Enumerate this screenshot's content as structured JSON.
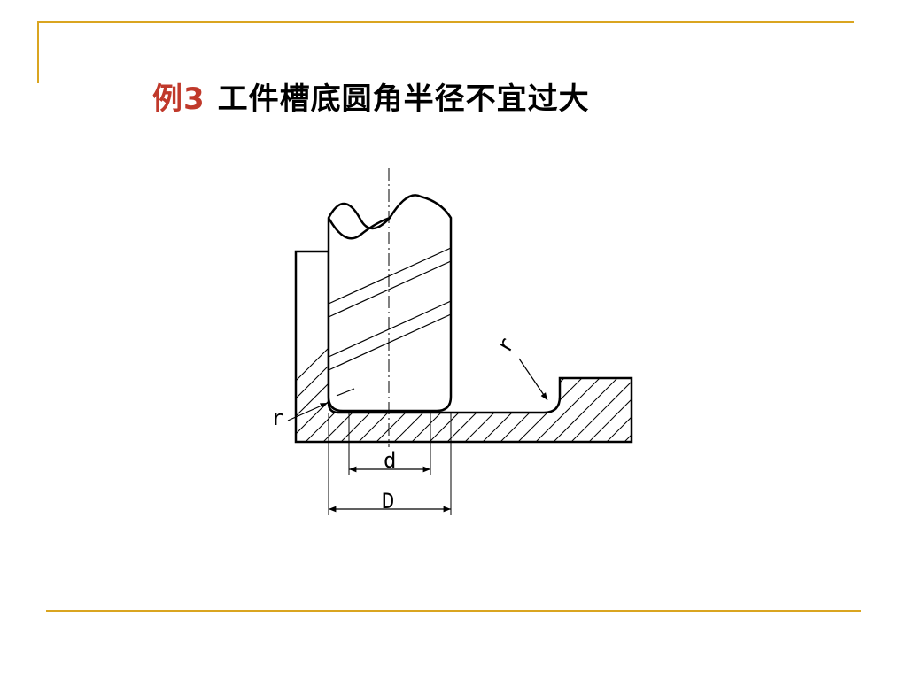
{
  "colors": {
    "accent": "#DAA520",
    "title_prefix": "#C0392B",
    "title_text": "#000000"
  },
  "slide": {
    "title_prefix": "例3",
    "title_text": "工件槽底圆角半径不宜过大"
  },
  "drawing": {
    "labels": {
      "r_left": "r",
      "r_right": "r",
      "d_small": "d",
      "d_large": "D"
    }
  }
}
